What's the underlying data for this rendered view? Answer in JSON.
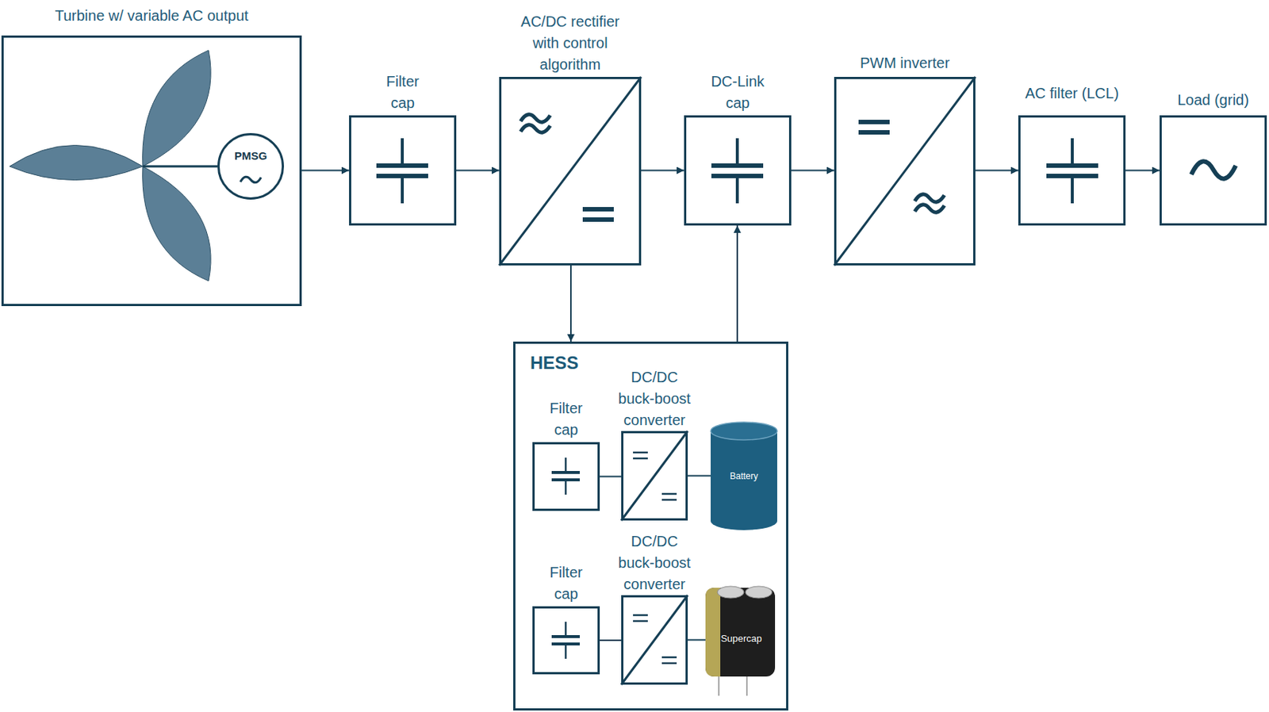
{
  "diagram": {
    "nodes": [
      {
        "text": [
          "Turbine w/ variable AC output"
        ]
      },
      {
        "text": [
          "PMSG"
        ],
        "in": 0
      },
      {
        "text": [
          "Filter cap"
        ]
      },
      {
        "text": [
          "AC/DC rectifier with control algorithm"
        ]
      },
      {
        "text": [
          "DC-Link cap"
        ]
      },
      {
        "text": [
          "PWM inverter"
        ]
      },
      {
        "text": [
          "AC filter (LCL)"
        ]
      },
      {
        "text": [
          "Load (grid)"
        ]
      },
      {
        "text": [
          "HESS"
        ]
      },
      {
        "text": [
          "Filter cap"
        ],
        "in": 8
      },
      {
        "text": [
          "DC/DC buck-boost converter"
        ],
        "in": 8
      },
      {
        "text": [
          "Battery"
        ],
        "in": 8
      },
      {
        "text": [
          "Filter cap"
        ],
        "in": 8
      },
      {
        "text": [
          "DC/DC buck-boost converter"
        ],
        "in": 8
      },
      {
        "text": [
          "Supercap"
        ],
        "in": 8
      }
    ],
    "edges": [
      {
        "from": 0,
        "to": 2,
        "arrow": "to"
      },
      {
        "from": 2,
        "to": 3,
        "arrow": "to"
      },
      {
        "from": 3,
        "to": 4,
        "arrow": "to"
      },
      {
        "from": 4,
        "to": 5,
        "arrow": "to"
      },
      {
        "from": 5,
        "to": 6,
        "arrow": "to"
      },
      {
        "from": 6,
        "to": 7,
        "arrow": "to"
      },
      {
        "from": 3,
        "to": 8,
        "arrow": "to"
      },
      {
        "from": 8,
        "to": 4,
        "arrow": "to"
      },
      {
        "from": 9,
        "to": 10,
        "arrow": "none"
      },
      {
        "from": 10,
        "to": 11,
        "arrow": "none"
      },
      {
        "from": 12,
        "to": 13,
        "arrow": "none"
      },
      {
        "from": 13,
        "to": 14,
        "arrow": "none"
      }
    ]
  }
}
